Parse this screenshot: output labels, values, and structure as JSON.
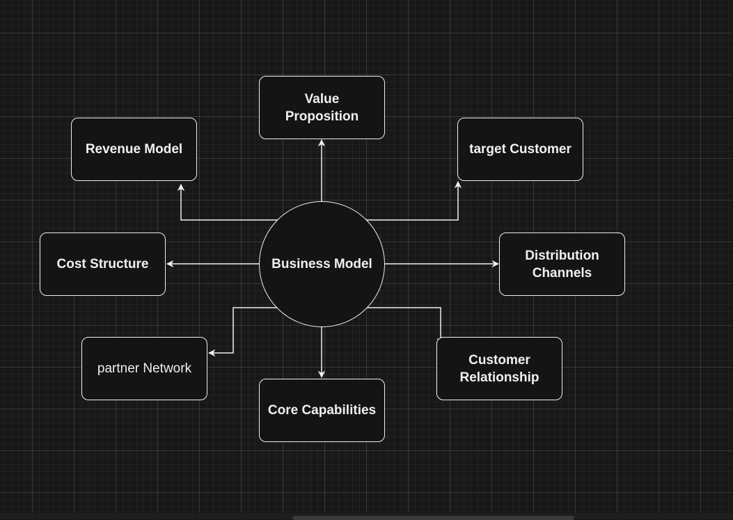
{
  "diagram": {
    "center": {
      "label": "Business Model"
    },
    "nodes": {
      "value_proposition": {
        "label": "Value\nProposition"
      },
      "revenue_model": {
        "label": "Revenue Model"
      },
      "target_customer": {
        "label": "target Customer"
      },
      "cost_structure": {
        "label": "Cost Structure"
      },
      "distribution_channels": {
        "label": "Distribution\nChannels"
      },
      "partner_network": {
        "label": "partner Network"
      },
      "core_capabilities": {
        "label": "Core Capabilities"
      },
      "customer_relationship": {
        "label": "Customer\nRelationship"
      }
    },
    "colors": {
      "background": "#181818",
      "stroke": "#f0f0f0",
      "node_fill": "#141414"
    }
  }
}
